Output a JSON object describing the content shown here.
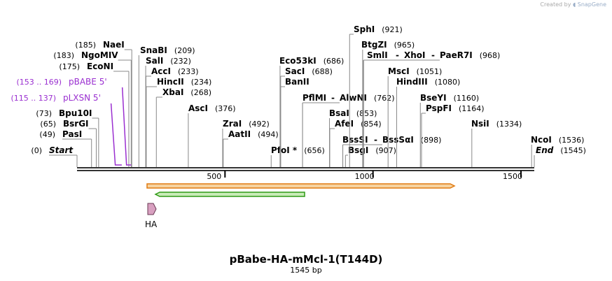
{
  "credit": {
    "prefix": "Created by",
    "brand": "SnapGene"
  },
  "title": "pBabe-HA-mMcl-1(T144D)",
  "subtitle": "1545 bp",
  "ruler": {
    "ticks": [
      "500",
      "1000",
      "1500"
    ]
  },
  "features": {
    "ha_label": "HA"
  },
  "sites": [
    {
      "pos": "(0)",
      "name": "Start",
      "italic": true
    },
    {
      "pos": "(49)",
      "name": "PasI"
    },
    {
      "pos": "(65)",
      "name": "BsrGI"
    },
    {
      "pos": "(73)",
      "name": "Bpu10I"
    },
    {
      "pos": "(115 .. 137)",
      "name": "pLXSN 5'",
      "primer": true
    },
    {
      "pos": "(153 .. 169)",
      "name": "pBABE 5'",
      "primer": true
    },
    {
      "pos": "(175)",
      "name": "EcoNI"
    },
    {
      "pos": "(183)",
      "name": "NgoMIV"
    },
    {
      "pos": "(185)",
      "name": "NaeI"
    },
    {
      "name": "SnaBI",
      "pos": "(209)"
    },
    {
      "name": "SalI",
      "pos": "(232)"
    },
    {
      "name": "AccI",
      "pos": "(233)"
    },
    {
      "name": "HincII",
      "pos": "(234)"
    },
    {
      "name": "XbaI",
      "pos": "(268)"
    },
    {
      "name": "AscI",
      "pos": "(376)"
    },
    {
      "name": "ZraI",
      "pos": "(492)"
    },
    {
      "name": "AatII",
      "pos": "(494)"
    },
    {
      "name": "PfoI *",
      "pos": "(656)"
    },
    {
      "name": "Eco53kI",
      "pos": "(686)"
    },
    {
      "name": "SacI",
      "pos": "(688)"
    },
    {
      "name": "BanII",
      "pos": ""
    },
    {
      "name": "PflMI",
      "pos": ""
    },
    {
      "name": "AlwNI",
      "pos": "(762)",
      "join": "-"
    },
    {
      "name": "BsaI",
      "pos": "(853)"
    },
    {
      "name": "AfeI",
      "pos": "(854)"
    },
    {
      "name": "BssSI",
      "pos": ""
    },
    {
      "name": "BssSαI",
      "pos": "(898)",
      "join": "-"
    },
    {
      "name": "BsgI",
      "pos": "(907)"
    },
    {
      "name": "SphI",
      "pos": "(921)"
    },
    {
      "name": "BtgZI",
      "pos": "(965)"
    },
    {
      "name": "SmlI",
      "pos": ""
    },
    {
      "name": "XhoI",
      "pos": "",
      "join": "-"
    },
    {
      "name": "PaeR7I",
      "pos": "(968)",
      "join": "-"
    },
    {
      "name": "MscI",
      "pos": "(1051)"
    },
    {
      "name": "HindIII",
      "pos": "(1080)"
    },
    {
      "name": "BseYI",
      "pos": "(1160)"
    },
    {
      "name": "PspFI",
      "pos": "(1164)"
    },
    {
      "name": "NsiI",
      "pos": "(1334)"
    },
    {
      "name": "NcoI",
      "pos": "(1536)"
    },
    {
      "name": "End",
      "pos": "(1545)",
      "italic": true
    }
  ],
  "colors": {
    "backbone": "#333333",
    "primer": "#9a2fd0",
    "orf_orange": "#e07a10",
    "orf_orange_fill": "#f6d3a0",
    "orf_green": "#2f9a16",
    "orf_green_fill": "#c9ecb8",
    "ha_feature": "#d8a0c0",
    "leader": "#888888"
  }
}
